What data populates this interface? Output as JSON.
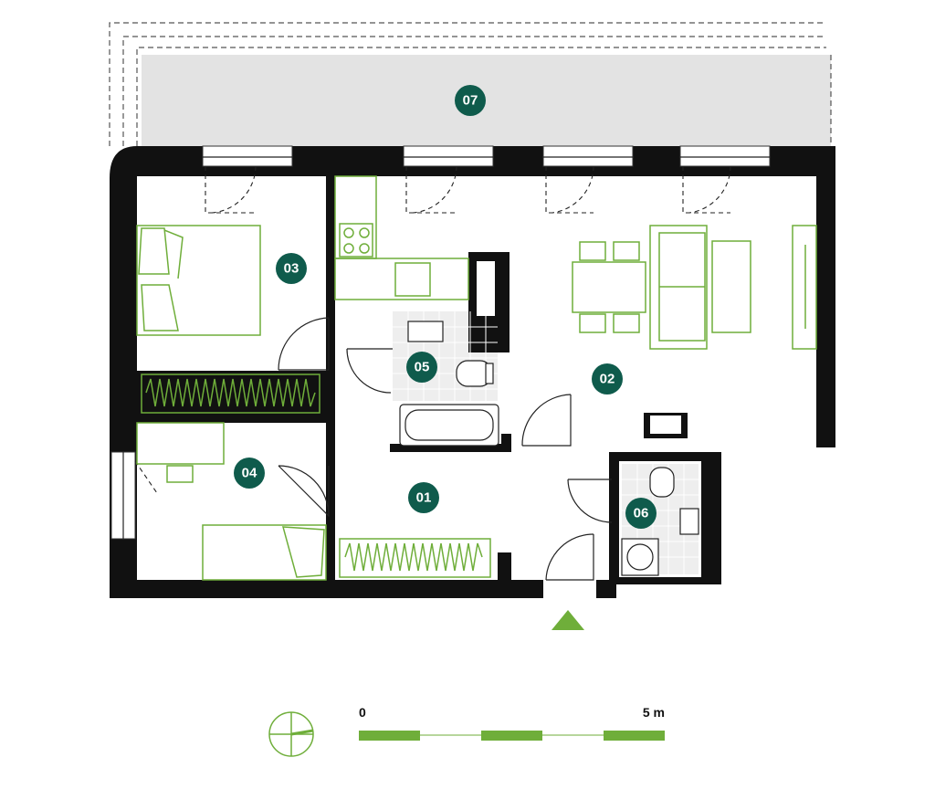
{
  "rooms": [
    {
      "label": "01"
    },
    {
      "label": "02"
    },
    {
      "label": "03"
    },
    {
      "label": "04"
    },
    {
      "label": "05"
    },
    {
      "label": "06"
    },
    {
      "label": "07"
    }
  ],
  "scale": {
    "start_label": "0",
    "end_label": "5 m"
  },
  "colors": {
    "accent_green": "#6fae3a",
    "badge_teal": "#0f5b4c",
    "wall": "#111111",
    "terrace": "#e3e3e3"
  },
  "icons": {
    "compass": "compass-icon",
    "entrance": "entrance-arrow-icon"
  }
}
